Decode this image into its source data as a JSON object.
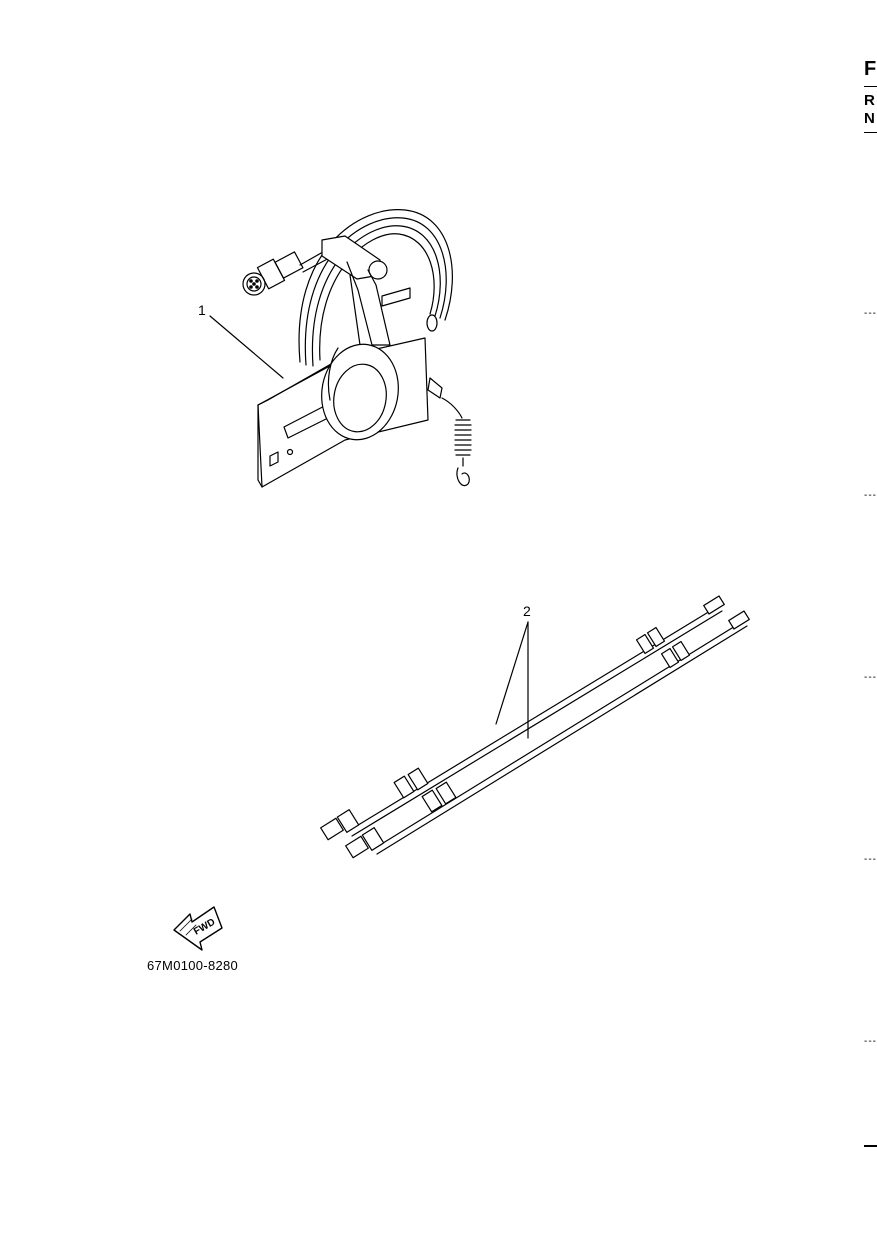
{
  "callouts": {
    "part1": "1",
    "part2": "2"
  },
  "fwd_label": "FWD",
  "diagram_code": "67M0100-8280",
  "edge": {
    "f": "F",
    "r": "R",
    "n": "N"
  },
  "colors": {
    "ink": "#000000",
    "paper": "#ffffff"
  }
}
